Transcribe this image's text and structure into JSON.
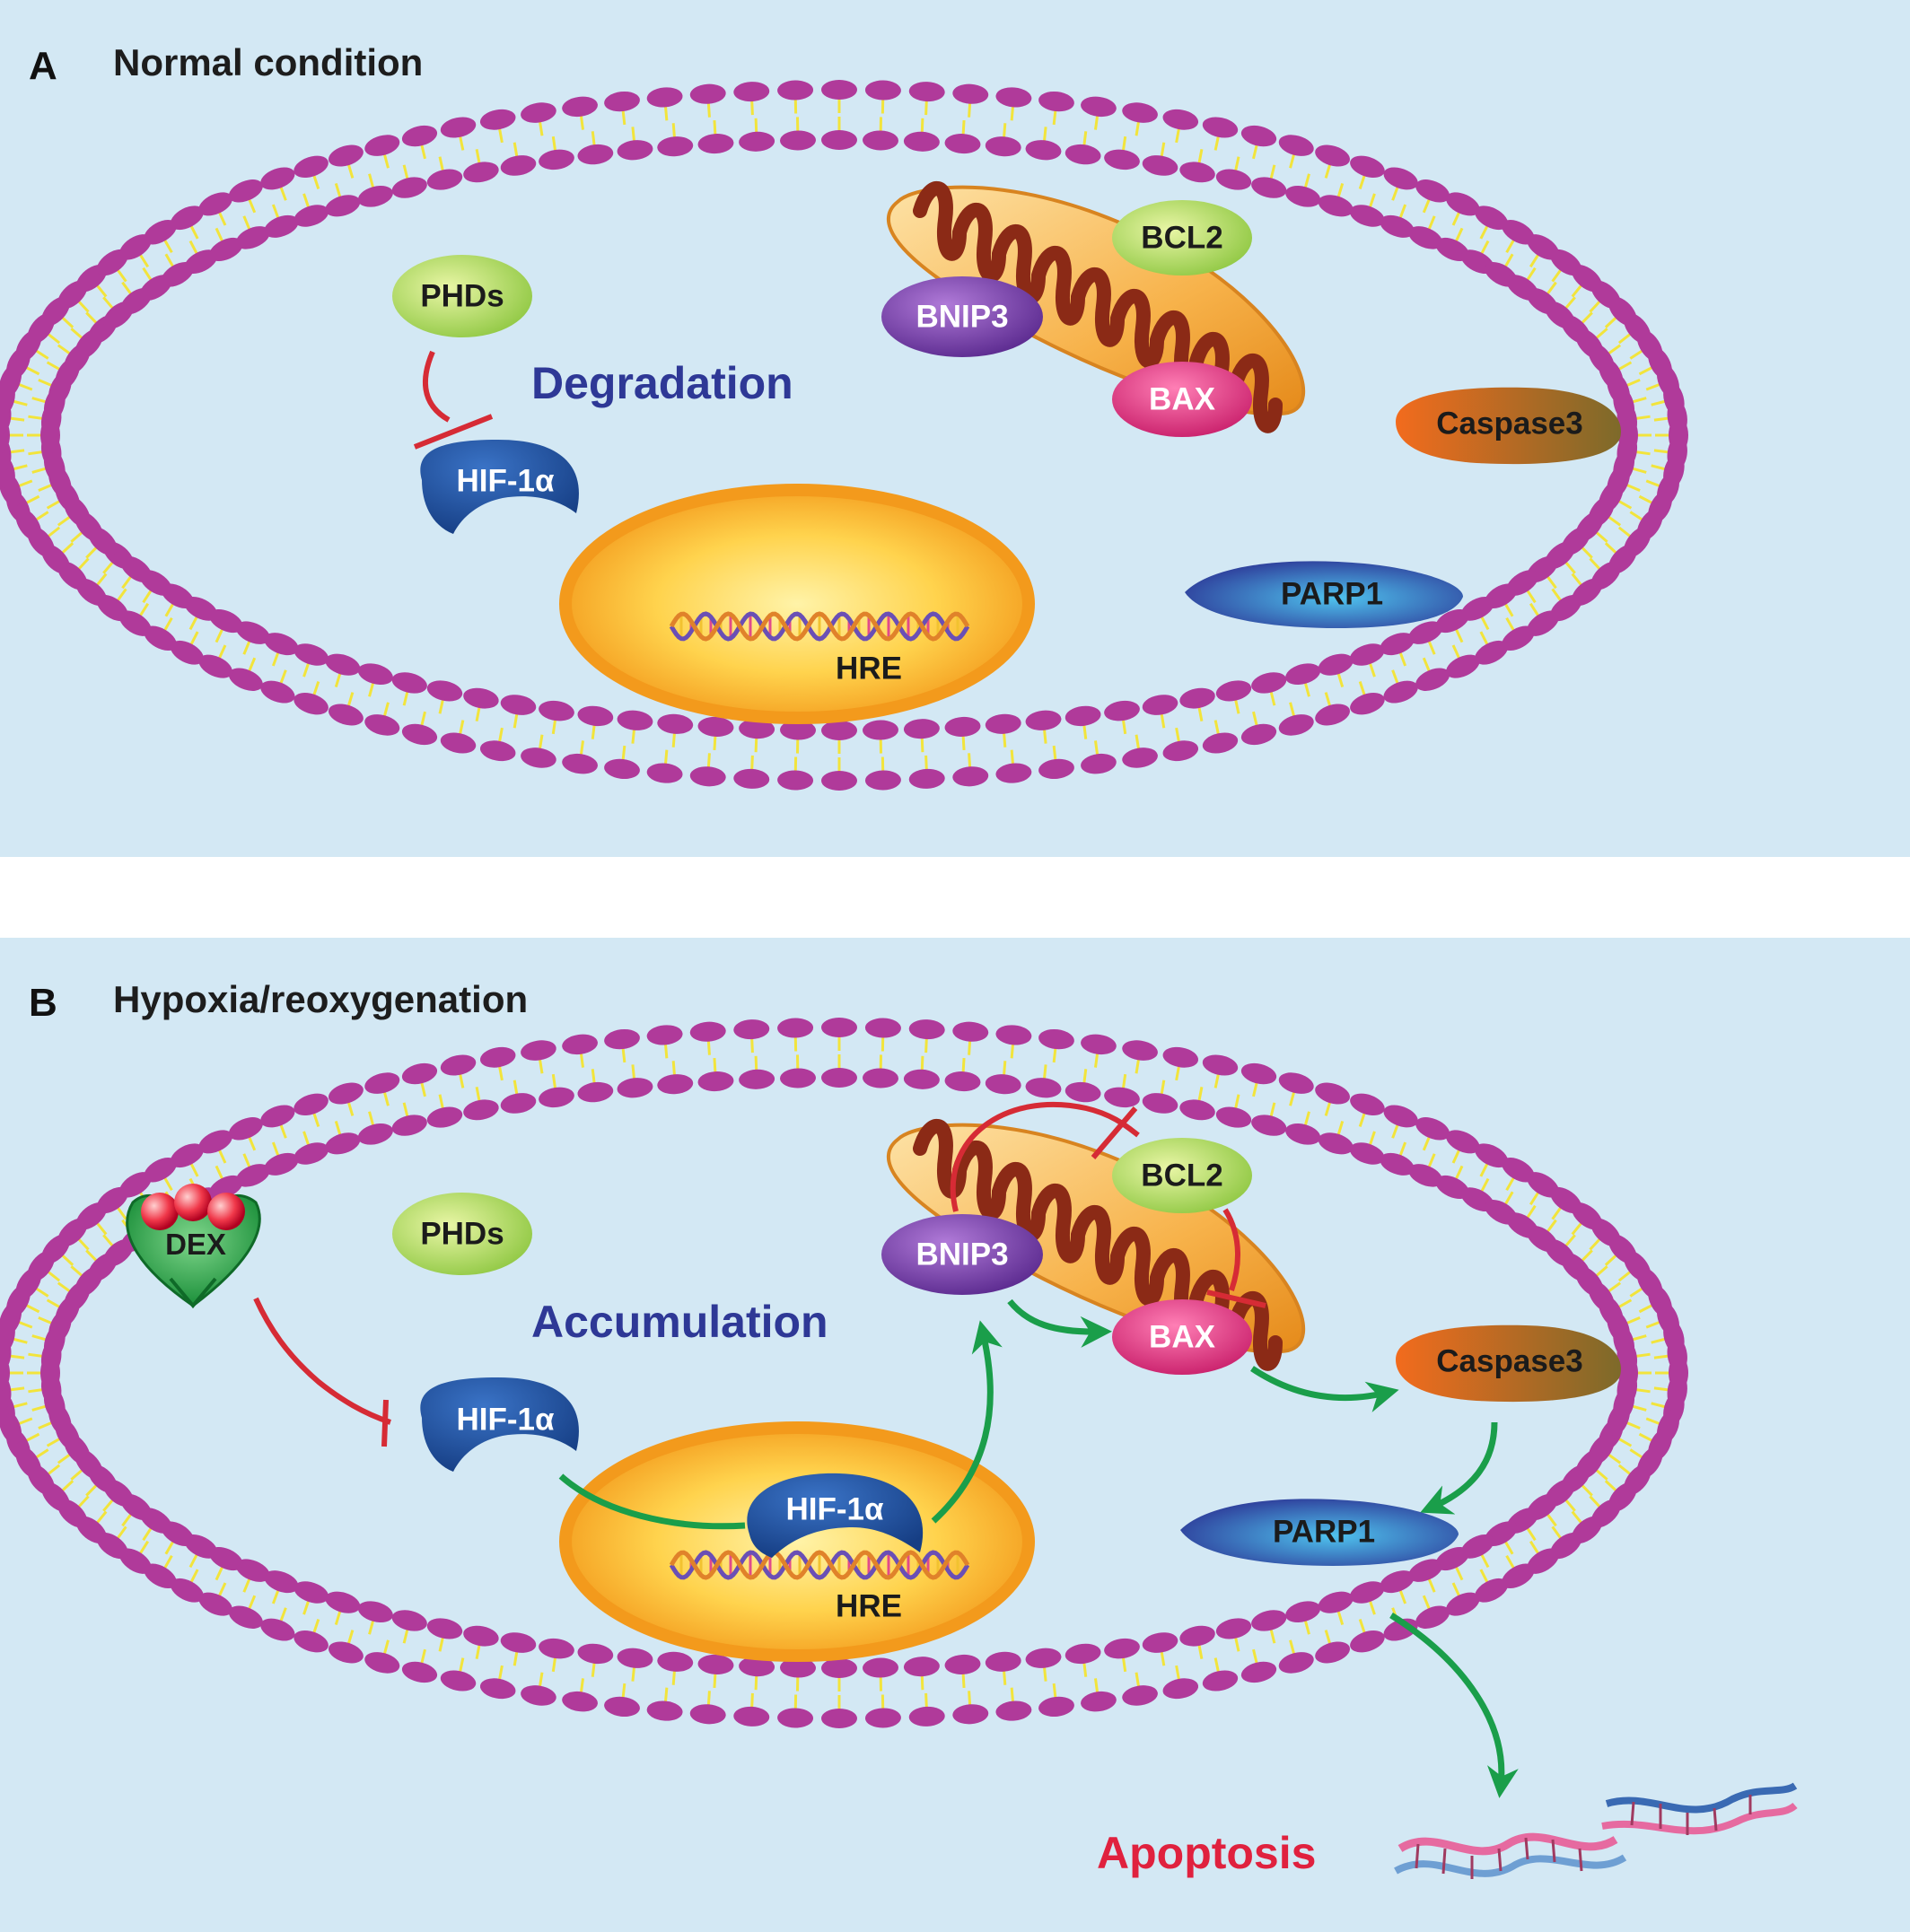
{
  "panel_a": {
    "letter": "A",
    "title": "Normal condition",
    "labels": {
      "phds": "PHDs",
      "hif": "HIF-1α",
      "process": "Degradation",
      "bcl2": "BCL2",
      "bnip3": "BNIP3",
      "bax": "BAX",
      "caspase3": "Caspase3",
      "parp1": "PARP1",
      "hre": "HRE"
    }
  },
  "panel_b": {
    "letter": "B",
    "title": "Hypoxia/reoxygenation",
    "labels": {
      "dex": "DEX",
      "phds": "PHDs",
      "process": "Accumulation",
      "hif": "HIF-1α",
      "hif_nucleus": "HIF-1α",
      "bcl2": "BCL2",
      "bnip3": "BNIP3",
      "bax": "BAX",
      "caspase3": "Caspase3",
      "parp1": "PARP1",
      "hre": "HRE",
      "outcome": "Apoptosis"
    }
  },
  "colors": {
    "background": "#d3e8f4",
    "membrane_head": "#b03a9a",
    "membrane_tail": "#f2e43c",
    "inhibition": "#d62b35",
    "activation": "#1a9e4a",
    "hif": "#1f4f9c",
    "nucleus": "#f5a623",
    "mitochondrion": "#8b2a16",
    "apoptosis_text": "#e0213e",
    "process_text": "#2e3896"
  }
}
